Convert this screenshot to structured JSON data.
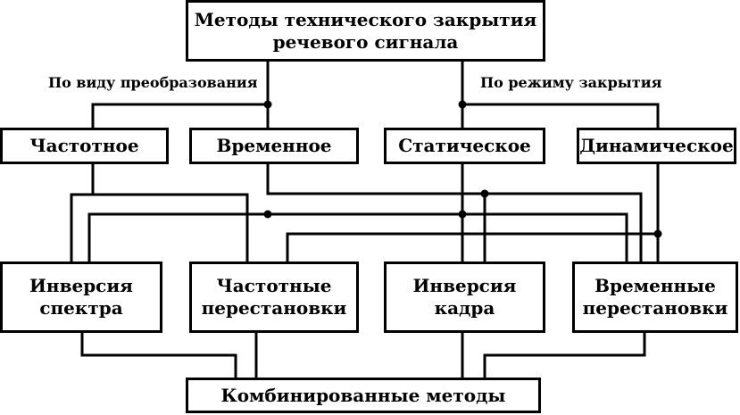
{
  "diagram": {
    "root": {
      "line1": "Методы технического закрытия",
      "line2": "речевого сигнала"
    },
    "branch_labels": {
      "left": "По виду преобразования",
      "right": "По режиму закрытия"
    },
    "categories": {
      "frequency": "Частотное",
      "time": "Временное",
      "static": "Статическое",
      "dynamic": "Динамическое"
    },
    "methods": {
      "spectrum_inversion": {
        "line1": "Инверсия",
        "line2": "спектра"
      },
      "frequency_permutations": {
        "line1": "Частотные",
        "line2": "перестановки"
      },
      "frame_inversion": {
        "line1": "Инверсия",
        "line2": "кадра"
      },
      "time_permutations": {
        "line1": "Временные",
        "line2": "перестановки"
      }
    },
    "combined": "Комбинированные методы"
  },
  "colors": {
    "line": "#000000",
    "box_border": "#000000",
    "background": "#ffffff"
  }
}
